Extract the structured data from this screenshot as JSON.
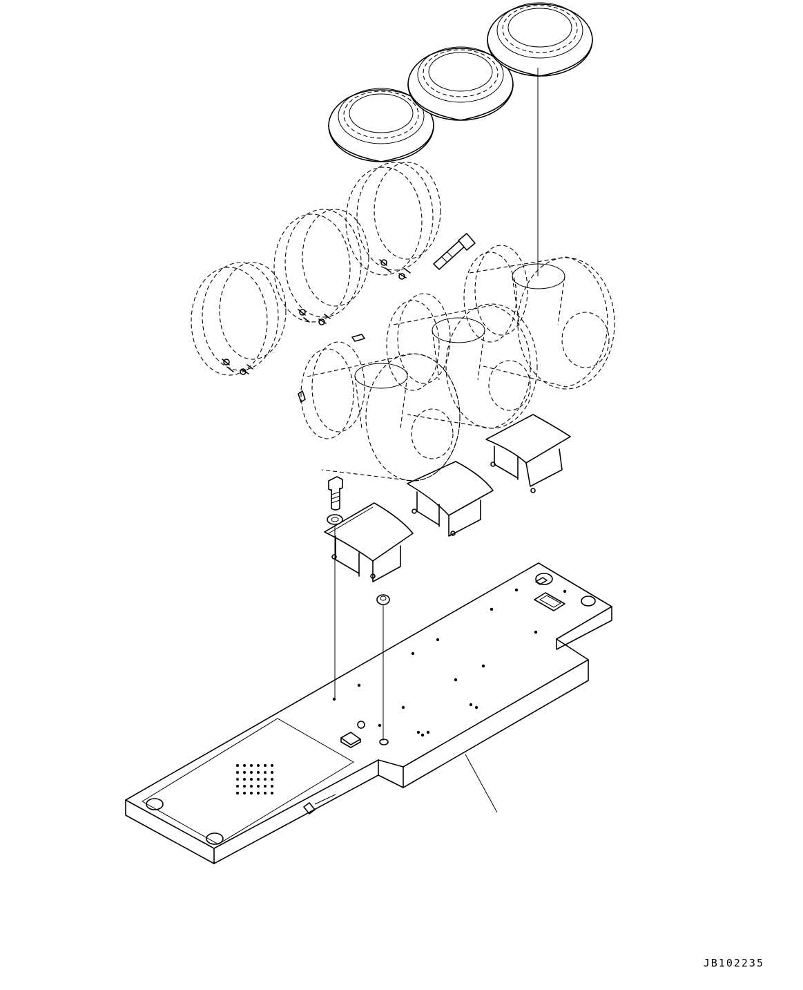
{
  "drawing": {
    "number": "JB102235",
    "components": [
      "air-cleaner-cap",
      "air-cleaner-cap",
      "air-cleaner-cap",
      "band-clamp",
      "band-clamp",
      "band-clamp",
      "clamp-bolt",
      "air-cleaner-body",
      "air-cleaner-body",
      "air-cleaner-body",
      "mounting-bracket",
      "mounting-bracket",
      "mounting-bracket",
      "hex-bolt",
      "washer",
      "nut",
      "base-plate"
    ]
  }
}
